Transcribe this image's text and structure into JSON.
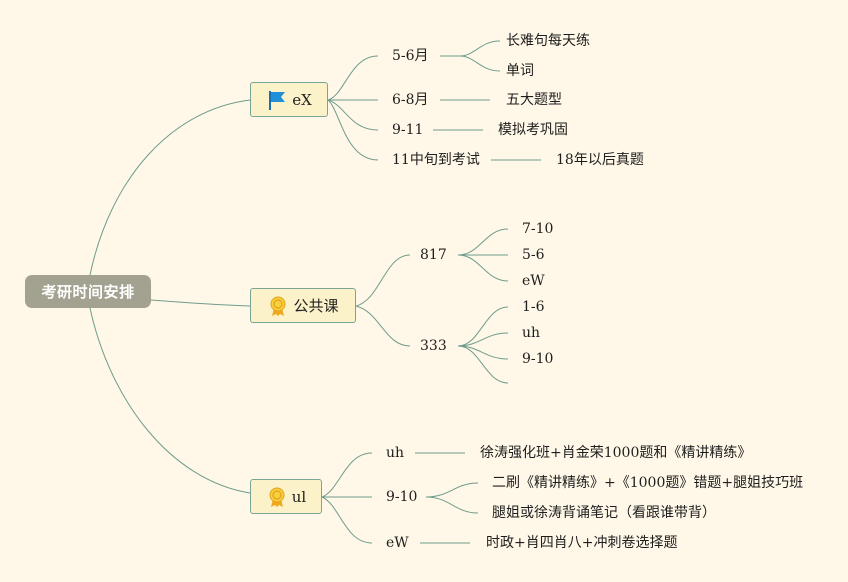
{
  "root": {
    "label": "考研时间安排"
  },
  "branches": [
    {
      "label": "eX",
      "icon": "flag-icon",
      "children": [
        {
          "label": "5-6月",
          "children": [
            {
              "label": "长难句每天练"
            },
            {
              "label": "单词"
            }
          ]
        },
        {
          "label": "6-8月",
          "children": [
            {
              "label": "五大题型"
            }
          ]
        },
        {
          "label": "9-11",
          "children": [
            {
              "label": "模拟考巩固"
            }
          ]
        },
        {
          "label": "11中旬到考试",
          "children": [
            {
              "label": "18年以后真题"
            }
          ]
        }
      ]
    },
    {
      "label": "公共课",
      "icon": "award-ribbon-icon",
      "children": [
        {
          "label": "817",
          "children": [
            {
              "label": "7-10"
            },
            {
              "label": "5-6"
            },
            {
              "label": "eW"
            }
          ]
        },
        {
          "label": "333",
          "children": [
            {
              "label": "1-6"
            },
            {
              "label": "uh"
            },
            {
              "label": "9-10"
            },
            {
              "label": ""
            }
          ]
        }
      ]
    },
    {
      "label": "ul",
      "icon": "award-ribbon-icon",
      "children": [
        {
          "label": "uh",
          "children": [
            {
              "label": "徐涛强化班+肖金荣1000题和《精讲精练》"
            }
          ]
        },
        {
          "label": "9-10",
          "children": [
            {
              "label": "二刷《精讲精练》+《1000题》错题+腿姐技巧班"
            },
            {
              "label": "腿姐或徐涛背诵笔记（看跟谁带背）"
            }
          ]
        },
        {
          "label": "eW",
          "children": [
            {
              "label": "时政+肖四肖八+冲刺卷选择题"
            }
          ]
        }
      ]
    }
  ],
  "colors": {
    "background": "#fff8e8",
    "root_fill": "#a3a290",
    "branch_fill": "#fcf2c9",
    "branch_border": "#7aa596",
    "connector": "#6f9c8c",
    "flag": "#1f8fd8",
    "ribbon": "#f2bf2a"
  }
}
